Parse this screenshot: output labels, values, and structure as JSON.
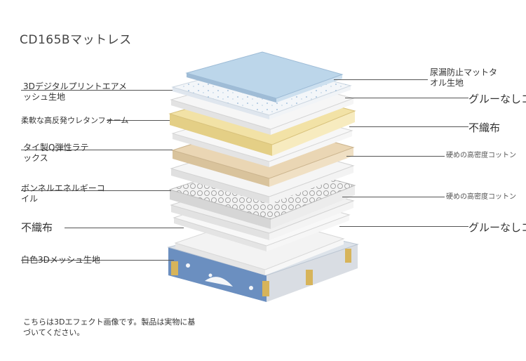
{
  "title": "CD165Bマットレス",
  "left_labels": [
    {
      "line1": "3Dデジタルプリントエアメ",
      "line2": "ッシュ生地"
    },
    {
      "line1": "柔軟な高反発ウレタンフォーム",
      "line2": ""
    },
    {
      "line1": "タイ製Q弾性ラテ",
      "line2": "ックス"
    },
    {
      "line1": "ボンネルエネルギーコ",
      "line2": "イル"
    },
    {
      "line1": "不織布",
      "line2": ""
    },
    {
      "line1": "白色3Dメッシュ生地",
      "line2": ""
    }
  ],
  "right_labels": [
    {
      "line1": "尿漏防止マットタ",
      "line2": "オル生地"
    },
    {
      "line1": "グルーなしコ",
      "line2": ""
    },
    {
      "line1": "不織布",
      "line2": ""
    },
    {
      "line1": "硬めの高密度コットン",
      "line2": ""
    },
    {
      "line1": "硬めの高密度コットン",
      "line2": ""
    },
    {
      "line1": "グルーなしコ",
      "line2": ""
    }
  ],
  "caption": {
    "line1": "こちらは3Dエフェクト画像です。製品は実物に基",
    "line2": "づいてください。"
  },
  "colors": {
    "top_layer": "#bcd6ea",
    "foam_layer": "#f2e2a6",
    "latex_layer": "#ead6b4",
    "white_layer": "#f4f4f4",
    "frame_blue": "#6b8fc0"
  }
}
